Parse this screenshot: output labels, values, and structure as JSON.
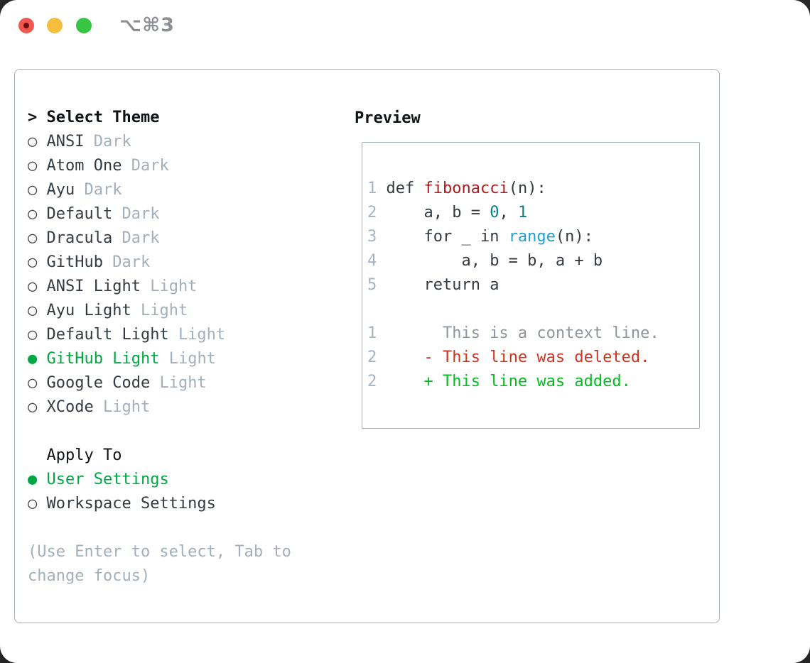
{
  "window": {
    "title": "⌥⌘3"
  },
  "icons": {
    "radio_unselected_glyph": "○",
    "radio_selected_glyph": "●",
    "prompt_glyph": ">",
    "traffic_lights": [
      "close-icon",
      "minimize-icon",
      "zoom-icon"
    ]
  },
  "colors": {
    "accent_green": "#00a843",
    "added_green": "#00bd1f",
    "deleted_red": "#d0331f",
    "function_red": "#b01b1e",
    "number_teal": "#0d7e83",
    "builtin_blue": "#1d9fd7",
    "muted_gray": "#a4afbc",
    "line_number_gray": "#a6b2c2",
    "border_gray": "#a7afba",
    "traffic_red": "#f2574d",
    "traffic_yellow": "#f6bd3e",
    "traffic_green": "#38c543"
  },
  "select_theme": {
    "header": "Select Theme",
    "items": [
      {
        "name": "ANSI",
        "tag": "Dark",
        "selected": false
      },
      {
        "name": "Atom One",
        "tag": "Dark",
        "selected": false
      },
      {
        "name": "Ayu",
        "tag": "Dark",
        "selected": false
      },
      {
        "name": "Default",
        "tag": "Dark",
        "selected": false
      },
      {
        "name": "Dracula",
        "tag": "Dark",
        "selected": false
      },
      {
        "name": "GitHub",
        "tag": "Dark",
        "selected": false
      },
      {
        "name": "ANSI Light",
        "tag": "Light",
        "selected": false
      },
      {
        "name": "Ayu Light",
        "tag": "Light",
        "selected": false
      },
      {
        "name": "Default Light",
        "tag": "Light",
        "selected": false
      },
      {
        "name": "GitHub Light",
        "tag": "Light",
        "selected": true
      },
      {
        "name": "Google Code",
        "tag": "Light",
        "selected": false
      },
      {
        "name": "XCode",
        "tag": "Light",
        "selected": false
      }
    ]
  },
  "apply_to": {
    "header": "Apply To",
    "items": [
      {
        "name": "User Settings",
        "selected": true
      },
      {
        "name": "Workspace Settings",
        "selected": false
      }
    ]
  },
  "help_text": "(Use Enter to select, Tab to change focus)",
  "preview": {
    "header": "Preview",
    "lines": [
      {
        "num": "1",
        "tokens": [
          {
            "text": " def ",
            "type": "code"
          },
          {
            "text": "fibonacci",
            "type": "func"
          },
          {
            "text": "(n):",
            "type": "code"
          }
        ]
      },
      {
        "num": "2",
        "tokens": [
          {
            "text": "     a, b = ",
            "type": "code"
          },
          {
            "text": "0",
            "type": "num"
          },
          {
            "text": ", ",
            "type": "code"
          },
          {
            "text": "1",
            "type": "num"
          }
        ]
      },
      {
        "num": "3",
        "tokens": [
          {
            "text": "     for _ in ",
            "type": "code"
          },
          {
            "text": "range",
            "type": "builtin"
          },
          {
            "text": "(n):",
            "type": "code"
          }
        ]
      },
      {
        "num": "4",
        "tokens": [
          {
            "text": "         a, b = b, a + b",
            "type": "code"
          }
        ]
      },
      {
        "num": "5",
        "tokens": [
          {
            "text": "     return a",
            "type": "code"
          }
        ]
      },
      {
        "num": "",
        "tokens": []
      },
      {
        "num": "1",
        "tokens": [
          {
            "text": "       This is a context line.",
            "type": "context"
          }
        ]
      },
      {
        "num": "2",
        "tokens": [
          {
            "text": "     - This line was deleted.",
            "type": "del"
          }
        ]
      },
      {
        "num": "2",
        "tokens": [
          {
            "text": "     + This line was added.",
            "type": "add"
          }
        ]
      }
    ]
  }
}
